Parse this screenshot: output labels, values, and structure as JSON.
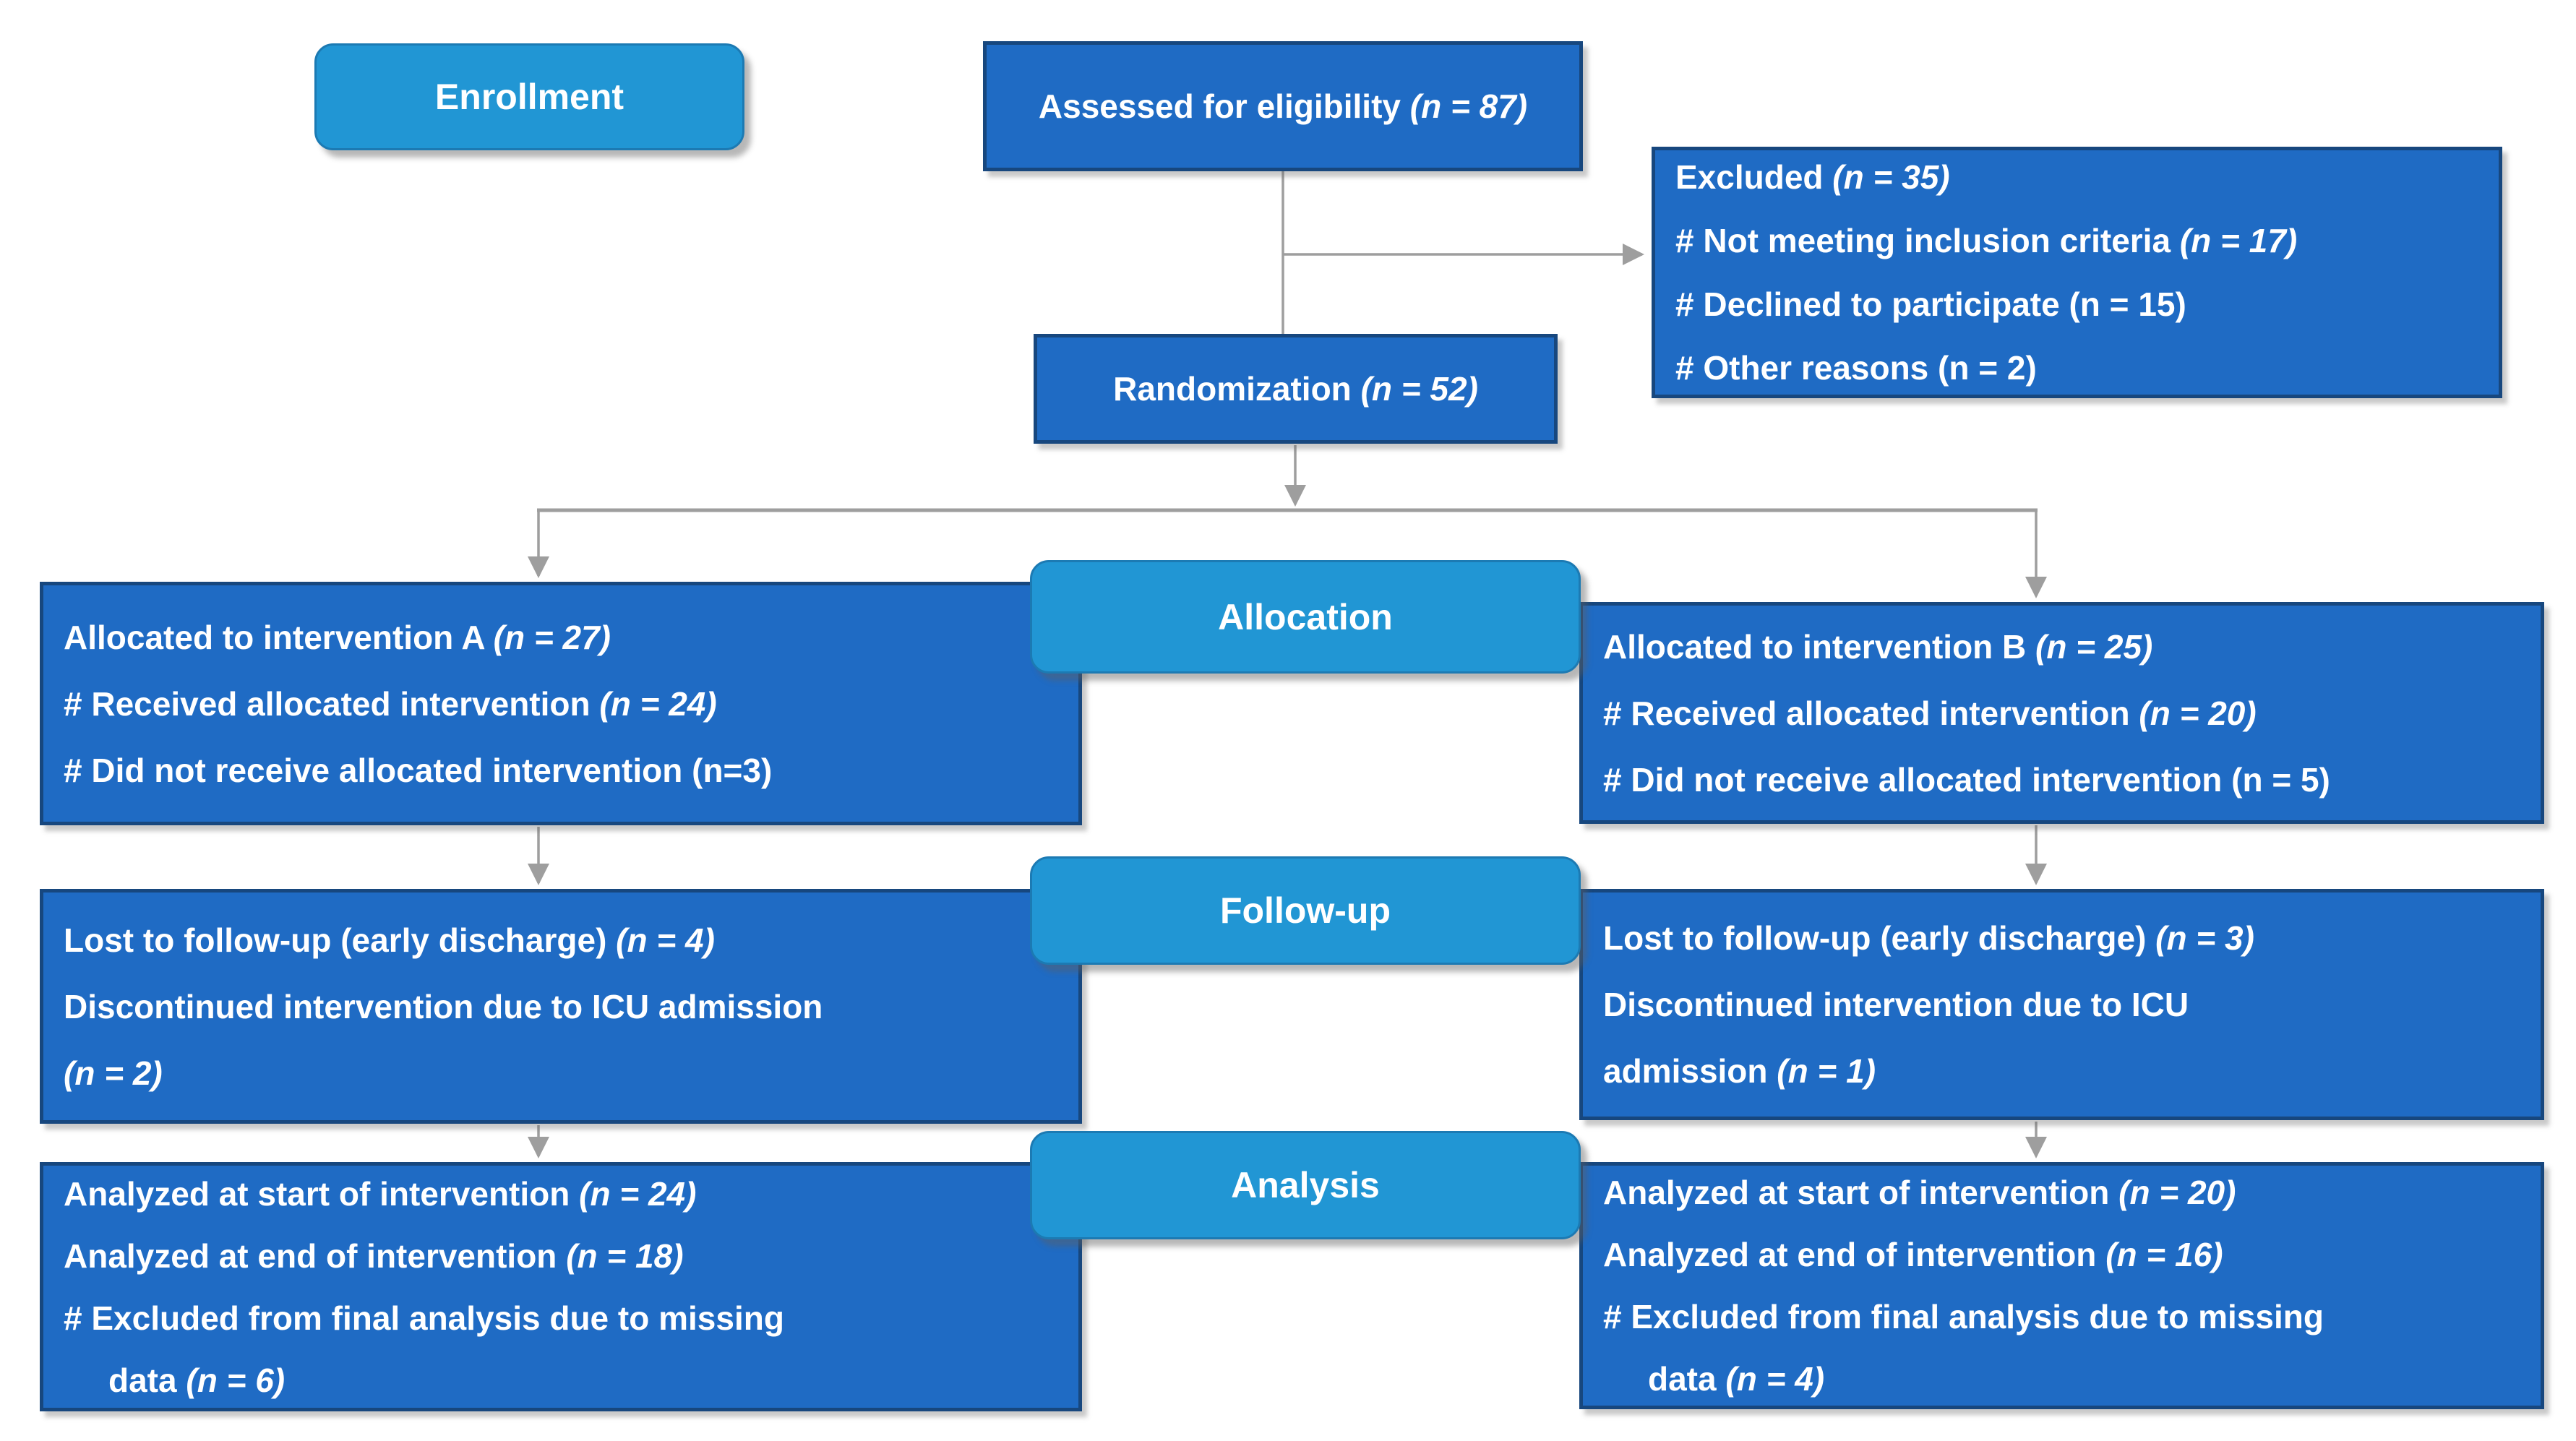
{
  "colors": {
    "page_bg": "#ffffff",
    "box_fill": "#1f6bc4",
    "box_border": "#17477e",
    "box_text": "#ffffff",
    "stage_fill": "#2196d4",
    "stage_border": "#1c7ab3",
    "stage_text": "#ffffff",
    "connector": "#9e9e9e"
  },
  "stages": {
    "enrollment": "Enrollment",
    "allocation": "Allocation",
    "followup": "Follow-up",
    "analysis": "Analysis"
  },
  "boxes": {
    "assessed": {
      "lines": [
        {
          "runs": [
            {
              "t": "Assessed for eligibility "
            },
            {
              "t": "(n = 87)",
              "i": true
            }
          ]
        }
      ]
    },
    "excluded": {
      "lines": [
        {
          "runs": [
            {
              "t": "Excluded "
            },
            {
              "t": "(n = 35)",
              "i": true
            }
          ]
        },
        {
          "runs": [
            {
              "t": "# Not meeting inclusion criteria "
            },
            {
              "t": "(n = 17)",
              "i": true
            }
          ]
        },
        {
          "runs": [
            {
              "t": "# Declined to participate (n = 15)"
            }
          ]
        },
        {
          "runs": [
            {
              "t": "# Other reasons (n = 2)"
            }
          ]
        }
      ]
    },
    "randomization": {
      "lines": [
        {
          "runs": [
            {
              "t": "Randomization "
            },
            {
              "t": "(n = 52)",
              "i": true
            }
          ]
        }
      ]
    },
    "alloc_a": {
      "lines": [
        {
          "runs": [
            {
              "t": "Allocated to intervention A "
            },
            {
              "t": "(n = 27)",
              "i": true
            }
          ]
        },
        {
          "runs": [
            {
              "t": "# Received allocated intervention "
            },
            {
              "t": "(n = 24)",
              "i": true
            }
          ]
        },
        {
          "runs": [
            {
              "t": "# Did not receive allocated intervention (n=3)"
            }
          ]
        }
      ]
    },
    "alloc_b": {
      "lines": [
        {
          "runs": [
            {
              "t": "Allocated to intervention B "
            },
            {
              "t": "(n = 25)",
              "i": true
            }
          ]
        },
        {
          "runs": [
            {
              "t": "# Received allocated intervention "
            },
            {
              "t": "(n = 20)",
              "i": true
            }
          ]
        },
        {
          "runs": [
            {
              "t": "# Did not receive allocated intervention (n = 5)"
            }
          ]
        }
      ]
    },
    "followup_a": {
      "lines": [
        {
          "runs": [
            {
              "t": "Lost to follow-up (early discharge) "
            },
            {
              "t": "(n = 4)",
              "i": true
            }
          ]
        },
        {
          "runs": [
            {
              "t": "Discontinued intervention due to ICU admission"
            }
          ]
        },
        {
          "runs": [
            {
              "t": "(n = 2)",
              "i": true
            }
          ]
        }
      ]
    },
    "followup_b": {
      "lines": [
        {
          "runs": [
            {
              "t": "Lost to follow-up (early discharge) "
            },
            {
              "t": "(n = 3)",
              "i": true
            }
          ]
        },
        {
          "runs": [
            {
              "t": "Discontinued intervention due to ICU"
            }
          ]
        },
        {
          "runs": [
            {
              "t": "admission "
            },
            {
              "t": "(n = 1)",
              "i": true
            }
          ]
        }
      ]
    },
    "analysis_a": {
      "lines": [
        {
          "runs": [
            {
              "t": "Analyzed at start of intervention "
            },
            {
              "t": "(n = 24)",
              "i": true
            }
          ]
        },
        {
          "runs": [
            {
              "t": "Analyzed at end of intervention "
            },
            {
              "t": "(n = 18)",
              "i": true
            }
          ]
        },
        {
          "runs": [
            {
              "t": "# Excluded from final analysis due to missing"
            }
          ]
        },
        {
          "indent": true,
          "runs": [
            {
              "t": "data "
            },
            {
              "t": "(n = 6)",
              "i": true
            }
          ]
        }
      ]
    },
    "analysis_b": {
      "lines": [
        {
          "runs": [
            {
              "t": "Analyzed at start of intervention "
            },
            {
              "t": "(n = 20)",
              "i": true
            }
          ]
        },
        {
          "runs": [
            {
              "t": "Analyzed at end of intervention "
            },
            {
              "t": "(n = 16)",
              "i": true
            }
          ]
        },
        {
          "runs": [
            {
              "t": "# Excluded from final analysis due to missing"
            }
          ]
        },
        {
          "indent": true,
          "runs": [
            {
              "t": "data "
            },
            {
              "t": "(n = 4)",
              "i": true
            }
          ]
        }
      ]
    }
  }
}
